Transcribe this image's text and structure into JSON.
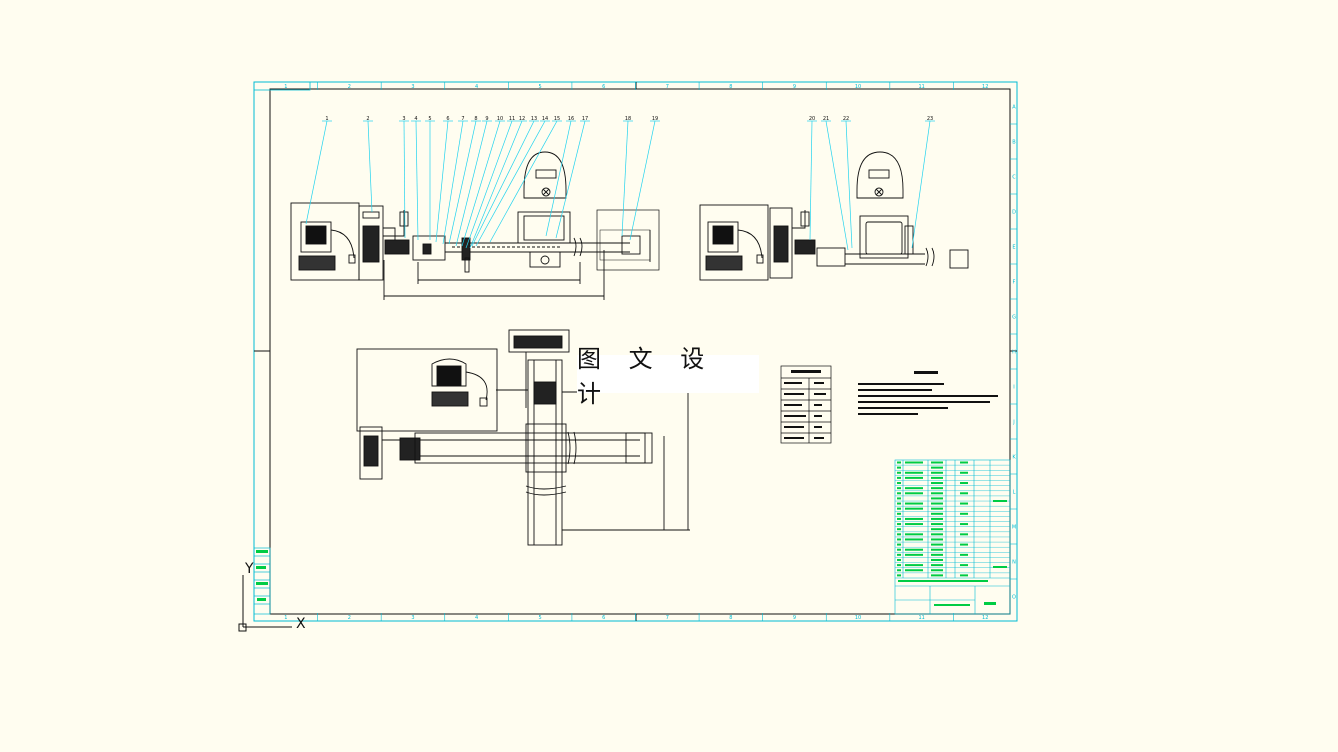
{
  "watermark": "图 文 设 计",
  "colors": {
    "background": "#fffdf0",
    "frame": "#00bcd4",
    "drawing": "#111111",
    "leader": "#22d3ee",
    "text_green": "#00cc44"
  },
  "zone_numbers": [
    "1",
    "2",
    "3",
    "4",
    "5",
    "6",
    "7",
    "8",
    "9",
    "10",
    "11",
    "12"
  ],
  "zone_letters": [
    "A",
    "B",
    "C",
    "D",
    "E",
    "F",
    "G",
    "H",
    "I",
    "J",
    "K",
    "L",
    "M",
    "N",
    "O"
  ],
  "balloons_view1": [
    "1",
    "2",
    "3",
    "4",
    "5",
    "6",
    "7",
    "8",
    "9",
    "10",
    "11",
    "12",
    "13",
    "14",
    "15",
    "16",
    "17",
    "18",
    "19"
  ],
  "balloons_view2": [
    "20",
    "21",
    "22",
    "23"
  ],
  "icons": [
    "ucs-y-axis-icon",
    "ucs-x-axis-icon",
    "ucs-origin-icon"
  ],
  "ucs": {
    "x_label": "X",
    "y_label": "Y"
  }
}
